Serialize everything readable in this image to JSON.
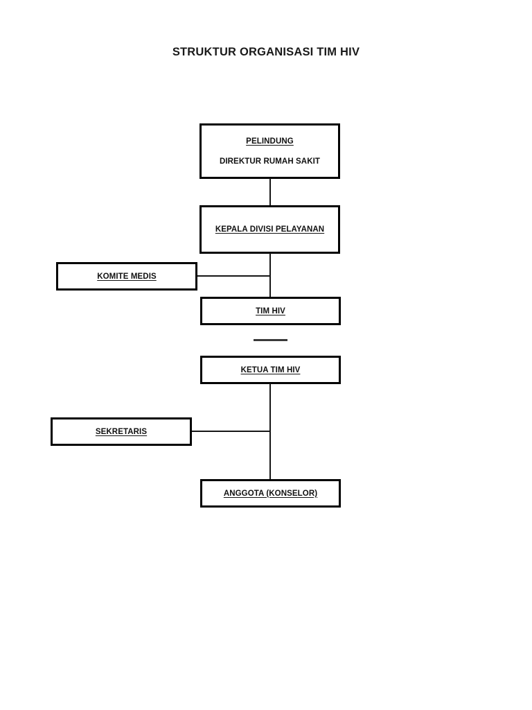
{
  "document": {
    "title": "STRUKTUR ORGANISASI TIM HIV"
  },
  "chart_data": {
    "type": "diagram",
    "title": "STRUKTUR ORGANISASI TIM HIV",
    "nodes": [
      {
        "id": "pelindung",
        "lines": [
          "PELINDUNG",
          "DIREKTUR RUMAH SAKIT"
        ],
        "underline": [
          true,
          false
        ],
        "level": 1
      },
      {
        "id": "kepala-divisi-pelayanan",
        "lines": [
          "KEPALA DIVISI PELAYANAN"
        ],
        "underline": [
          true
        ],
        "level": 2
      },
      {
        "id": "komite-medis",
        "lines": [
          "KOMITE MEDIS"
        ],
        "underline": [
          true
        ],
        "level": 3
      },
      {
        "id": "tim-hiv",
        "lines": [
          "TIM HIV"
        ],
        "underline": [
          true
        ],
        "level": 3
      },
      {
        "id": "ketua-tim-hiv",
        "lines": [
          "KETUA TIM HIV"
        ],
        "underline": [
          true
        ],
        "level": 4
      },
      {
        "id": "sekretaris",
        "lines": [
          "SEKRETARIS"
        ],
        "underline": [
          true
        ],
        "level": 5
      },
      {
        "id": "anggota-konselor",
        "lines": [
          "ANGGOTA (KONSELOR)"
        ],
        "underline": [
          true
        ],
        "level": 5
      }
    ],
    "edges": [
      {
        "from": "pelindung",
        "to": "kepala-divisi-pelayanan"
      },
      {
        "from": "kepala-divisi-pelayanan",
        "to": "tim-hiv"
      },
      {
        "from": "kepala-divisi-pelayanan",
        "to": "komite-medis"
      },
      {
        "from": "tim-hiv",
        "to": "ketua-tim-hiv"
      },
      {
        "from": "ketua-tim-hiv",
        "to": "anggota-konselor"
      },
      {
        "from": "ketua-tim-hiv",
        "to": "sekretaris"
      }
    ],
    "colors": {
      "background": "#ffffff",
      "border": "#000000",
      "text": "#111111",
      "connector": "#151515"
    }
  }
}
